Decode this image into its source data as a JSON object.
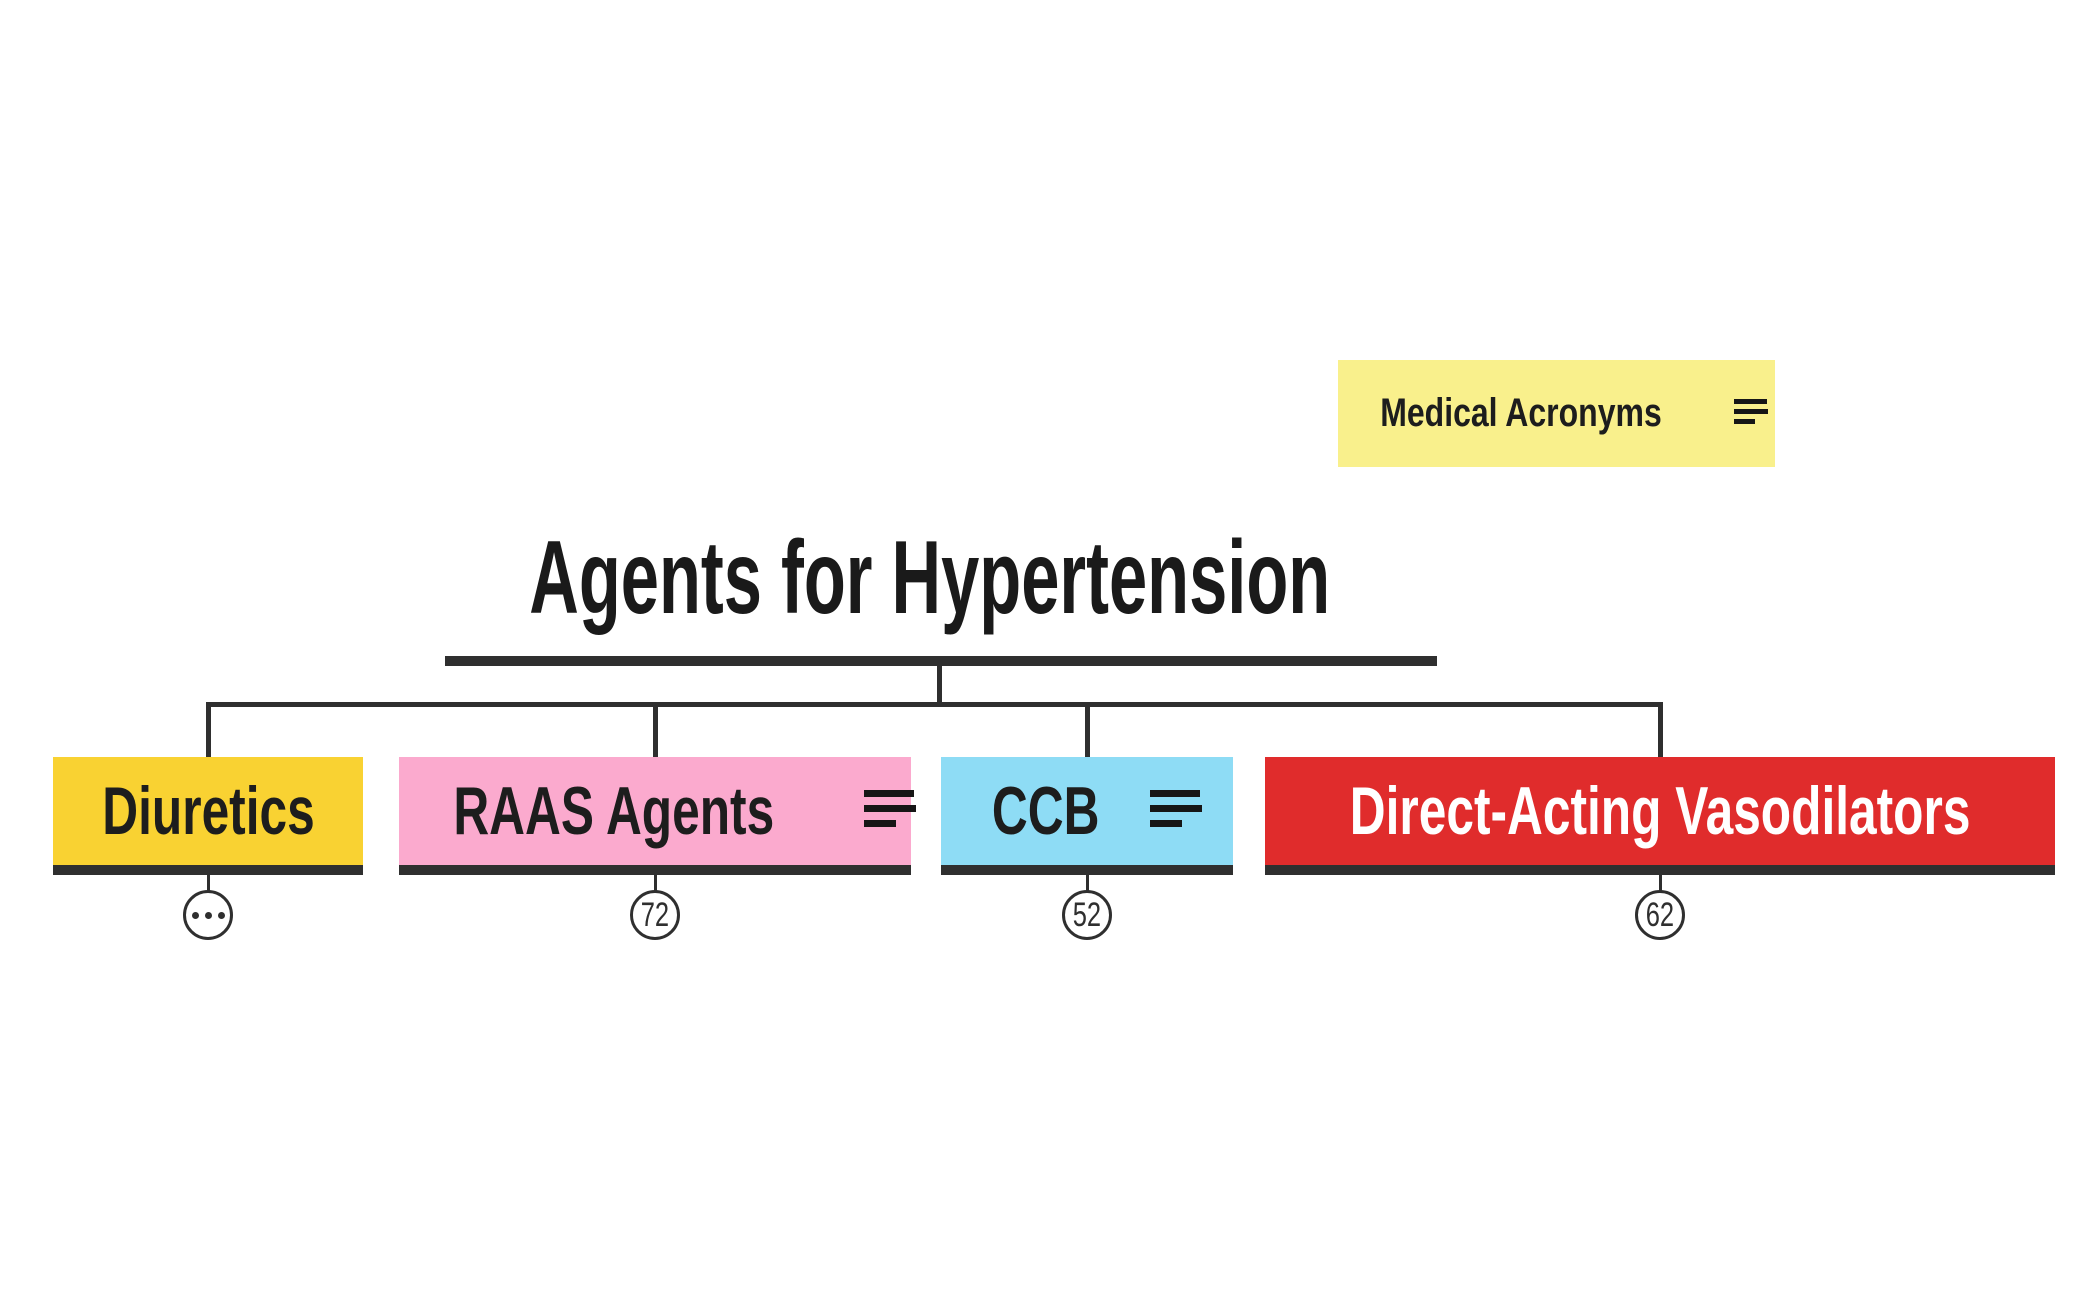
{
  "title": "Agents for Hypertension",
  "floating_node": {
    "label": "Medical Acronyms",
    "color": "#F9F08C",
    "icon": "note-icon"
  },
  "nodes": [
    {
      "label": "Diuretics",
      "color": "#F9D232",
      "text_color": "#1D1D1D",
      "has_note_icon": false,
      "badge": {
        "type": "collapsed-dots",
        "value": "•••"
      }
    },
    {
      "label": "RAAS Agents",
      "color": "#FBAACE",
      "text_color": "#1D1D1D",
      "has_note_icon": true,
      "badge": {
        "type": "count",
        "value": "72"
      }
    },
    {
      "label": "CCB",
      "color": "#8EDCF5",
      "text_color": "#1D1D1D",
      "has_note_icon": true,
      "badge": {
        "type": "count",
        "value": "52"
      }
    },
    {
      "label": "Direct-Acting Vasodilators",
      "color": "#E02C2C",
      "text_color": "#FFFFFF",
      "has_note_icon": false,
      "badge": {
        "type": "count",
        "value": "62"
      }
    }
  ],
  "connector_color": "#2F2F2F",
  "background_color": "#FFFFFF"
}
